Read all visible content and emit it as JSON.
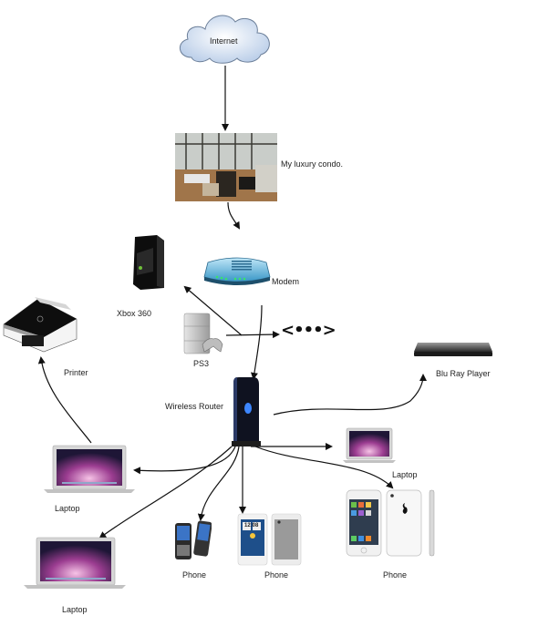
{
  "diagram": {
    "nodes": [
      {
        "id": "internet",
        "label": "Internet",
        "icon": "cloud-icon"
      },
      {
        "id": "condo",
        "label": "My luxury condo.",
        "icon": "condo-photo"
      },
      {
        "id": "modem",
        "label": "Modem",
        "icon": "modem-icon"
      },
      {
        "id": "xbox",
        "label": "Xbox 360",
        "icon": "xbox-icon"
      },
      {
        "id": "ps3",
        "label": "PS3",
        "icon": "ps3-icon"
      },
      {
        "id": "ethernet",
        "label": "",
        "icon": "ethernet-port-icon",
        "glyph": "<•••>"
      },
      {
        "id": "printer",
        "label": "Printer",
        "icon": "printer-icon"
      },
      {
        "id": "router",
        "label": "Wireless Router",
        "icon": "router-icon"
      },
      {
        "id": "bluray",
        "label": "Blu Ray Player",
        "icon": "bluray-player-icon"
      },
      {
        "id": "laptop_right",
        "label": "Laptop",
        "icon": "laptop-icon"
      },
      {
        "id": "laptop_left",
        "label": "Laptop",
        "icon": "laptop-icon"
      },
      {
        "id": "laptop_bottom",
        "label": "Laptop",
        "icon": "laptop-icon"
      },
      {
        "id": "phone_blackberry",
        "label": "Phone",
        "icon": "phone-icon"
      },
      {
        "id": "phone_htc",
        "label": "Phone",
        "icon": "phone-icon"
      },
      {
        "id": "phone_iphone",
        "label": "Phone",
        "icon": "phone-icon"
      }
    ],
    "edges": [
      {
        "from": "internet",
        "to": "condo"
      },
      {
        "from": "condo",
        "to": "modem"
      },
      {
        "from": "modem",
        "to": "router"
      },
      {
        "from": "ps3",
        "to": "xbox"
      },
      {
        "from": "ps3",
        "to": "ethernet"
      },
      {
        "from": "router",
        "to": "bluray"
      },
      {
        "from": "router",
        "to": "laptop_right"
      },
      {
        "from": "router",
        "to": "laptop_left"
      },
      {
        "from": "router",
        "to": "laptop_bottom"
      },
      {
        "from": "router",
        "to": "phone_blackberry"
      },
      {
        "from": "router",
        "to": "phone_htc"
      },
      {
        "from": "router",
        "to": "phone_iphone"
      },
      {
        "from": "laptop_left",
        "to": "printer"
      }
    ]
  },
  "htc_clock": "12:08"
}
